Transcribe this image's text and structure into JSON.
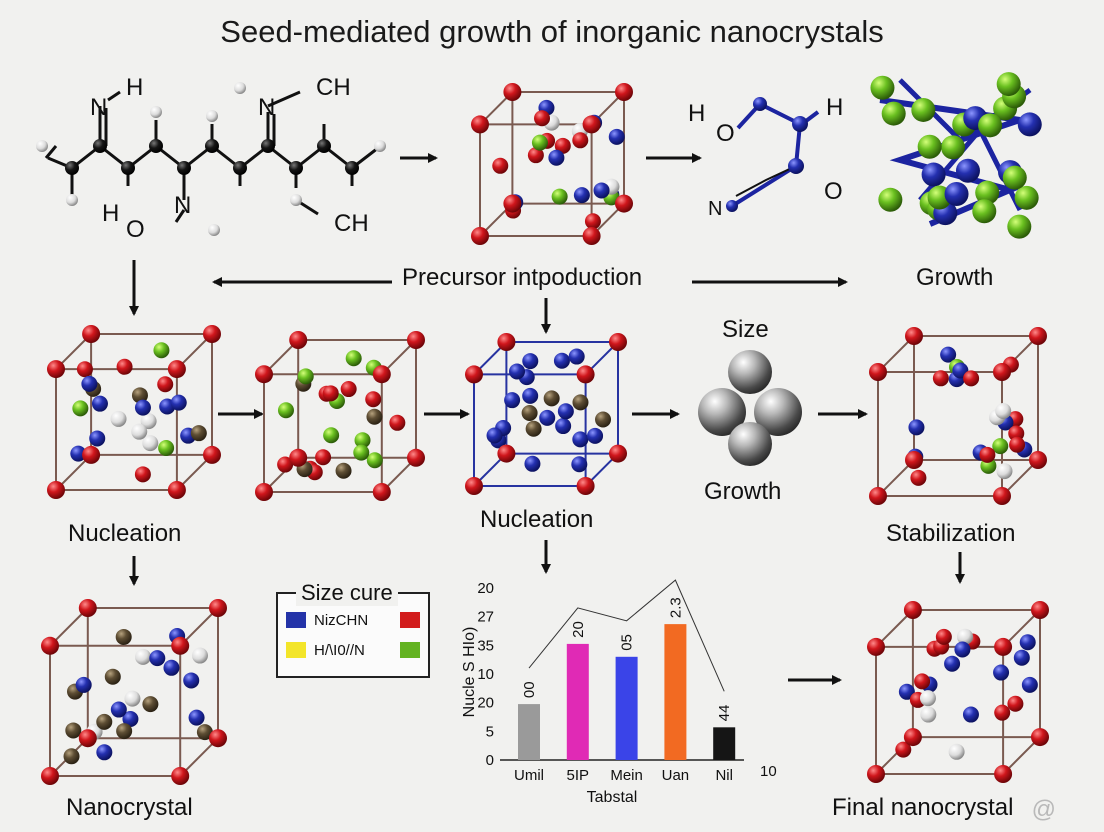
{
  "title": "Seed-mediated growth of inorganic nanocrystals",
  "top_row": {
    "molecule_labels": [
      "N",
      "H",
      "N",
      "CH",
      "H",
      "N",
      "O",
      "CH"
    ],
    "fragment_labels": [
      "H",
      "O",
      "H",
      "N",
      "O"
    ]
  },
  "middle_labels": {
    "precursor": "Precursor intpoduction",
    "growth_top": "Growth",
    "size": "Size",
    "growth_mid": "Growth",
    "nucleation_left": "Nucleation",
    "nucleation_mid": "Nucleation",
    "stabilization": "Stabilization"
  },
  "bottom_labels": {
    "nanocrystal": "Nanocrystal",
    "final": "Final nanocrystal"
  },
  "legend": {
    "title": "Size cure",
    "rows": [
      {
        "label": "NizCHN",
        "left_color": "#2433a8",
        "right_color": "#d21c1c"
      },
      {
        "label": "H/\\I0//N",
        "left_color": "#f3e52a",
        "right_color": "#63b322"
      }
    ]
  },
  "chart_data": {
    "type": "bar",
    "categories": [
      "Umil",
      "5IP",
      "Mein",
      "Uan",
      "Nil"
    ],
    "values": [
      6.5,
      13.5,
      12,
      15.8,
      3.8
    ],
    "colors": [
      "#9a9a9a",
      "#e02ab5",
      "#3a44e8",
      "#f26a22",
      "#151515"
    ],
    "data_labels": [
      "00",
      "20",
      "05",
      "2.3",
      "44"
    ],
    "y_tick_labels": [
      "0",
      "5",
      "20",
      "10",
      "35",
      "27",
      "20"
    ],
    "x_extra_tick": "10",
    "xlabel": "Tabstal",
    "ylabel": "Nucle S HIo)",
    "ylim": [
      0,
      20
    ]
  },
  "watermark": "@"
}
